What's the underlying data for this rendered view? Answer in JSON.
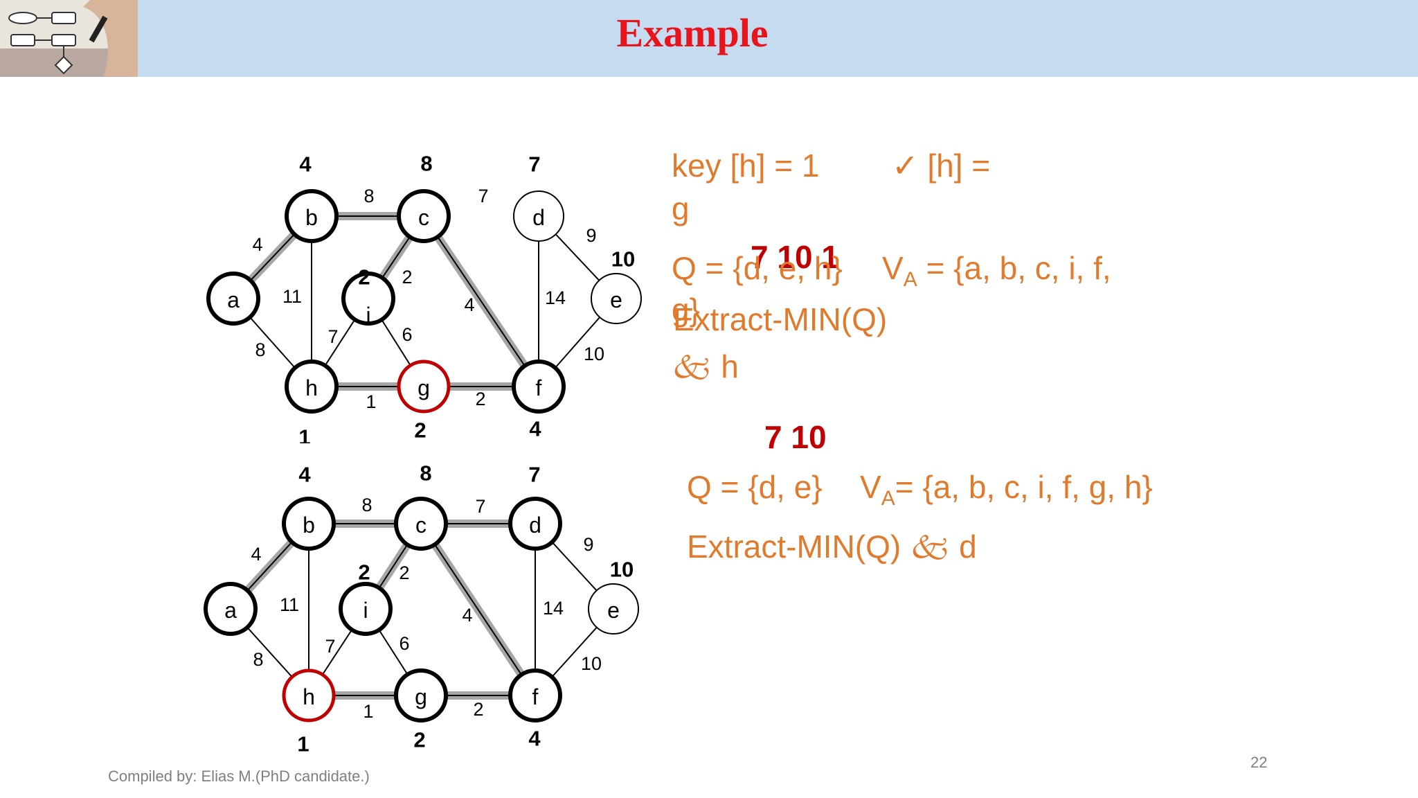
{
  "slide": {
    "title": "Example",
    "footer": "Compiled by: Elias  M.(PhD candidate.)",
    "page_number": "22"
  },
  "step1": {
    "line1": "key [h] = 1",
    "line1b": "✓ [h] =",
    "line1c": "g",
    "red_keys": "7 10 1",
    "q_text": "Q = {d, e, h}",
    "va_prefix": "V",
    "va_sub": "A",
    "va_text": " = {a, b, c, i, f,",
    "va_cont": "g}",
    "extract": "Extract-MIN(Q)",
    "extract_result": "🙵 h"
  },
  "step2": {
    "red_keys": "7 10",
    "q_text": "Q = {d, e}",
    "va_prefix": "V",
    "va_sub": "A",
    "va_text": "= {a, b, c, i, f, g, h}",
    "extract": "Extract-MIN(Q) 🙵 d"
  },
  "graph1": {
    "nodes": {
      "a": "a",
      "b": "b",
      "c": "c",
      "d": "d",
      "e": "e",
      "f": "f",
      "g": "g",
      "h": "h",
      "i": "i"
    },
    "keys": {
      "b": "4",
      "c": "8",
      "d": "7",
      "e": "10",
      "i": "2",
      "h": "1",
      "g": "2",
      "f": "4"
    },
    "weights": {
      "ab": "4",
      "bc": "8",
      "cd": "7",
      "de": "9",
      "ah": "8",
      "bh": "11",
      "ci": "2",
      "ih": "7",
      "ig": "6",
      "cf": "4",
      "df": "14",
      "ef": "10",
      "hg": "1",
      "gf": "2"
    }
  },
  "graph2": {
    "nodes": {
      "a": "a",
      "b": "b",
      "c": "c",
      "d": "d",
      "e": "e",
      "f": "f",
      "g": "g",
      "h": "h",
      "i": "i"
    },
    "keys": {
      "b": "4",
      "c": "8",
      "d": "7",
      "e": "10",
      "i": "2",
      "h": "1",
      "g": "2",
      "f": "4"
    },
    "weights": {
      "ab": "4",
      "bc": "8",
      "cd": "7",
      "de": "9",
      "ah": "8",
      "bh": "11",
      "ci": "2",
      "ih": "7",
      "ig": "6",
      "cf": "4",
      "df": "14",
      "ef": "10",
      "hg": "1",
      "gf": "2"
    }
  }
}
